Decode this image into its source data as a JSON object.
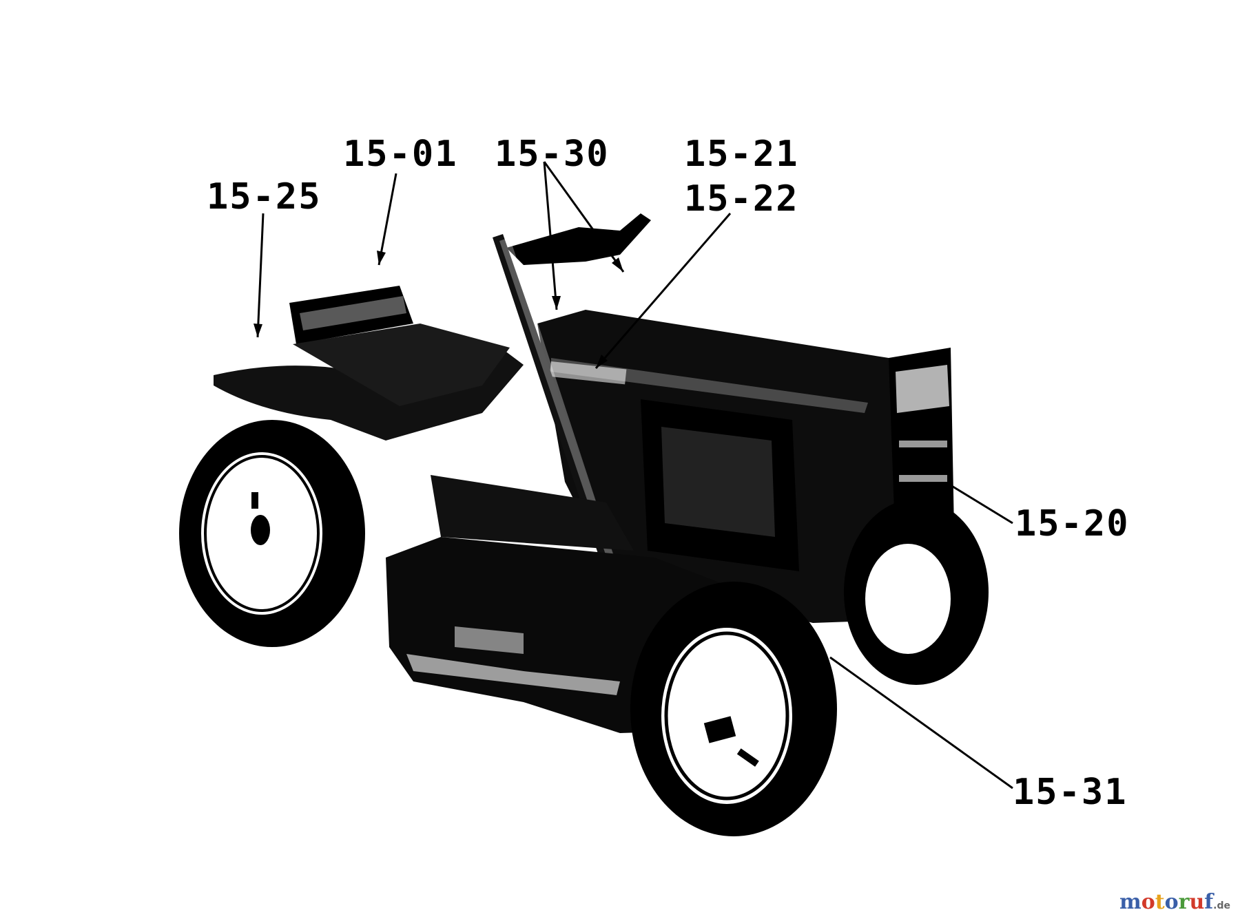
{
  "labels": {
    "l1525": "15-25",
    "l1501": "15-01",
    "l1530": "15-30",
    "l1521": "15-21",
    "l1522": "15-22",
    "l1520": "15-20",
    "l1531": "15-31"
  },
  "watermark": {
    "name": "motoruf",
    "suffix": ".de",
    "colors": [
      "#3a5fa8",
      "#d23a2a",
      "#e8a21c",
      "#3a5fa8",
      "#4a9a3a",
      "#d23a2a",
      "#3a5fa8"
    ]
  },
  "colors": {
    "ink": "#000000",
    "paper": "#ffffff"
  }
}
